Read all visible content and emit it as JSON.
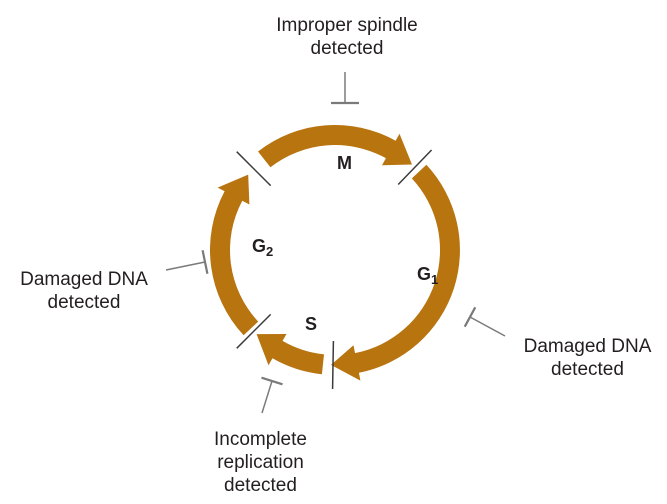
{
  "colors": {
    "arrow": "#b8740f",
    "inhibitor": "#7a7a7a",
    "text": "#231f20"
  },
  "phases": {
    "m": {
      "label": "M",
      "sub": ""
    },
    "g1": {
      "label": "G",
      "sub": "1"
    },
    "s": {
      "label": "S",
      "sub": ""
    },
    "g2": {
      "label": "G",
      "sub": "2"
    }
  },
  "checkpoints": {
    "top": {
      "line1": "Improper spindle",
      "line2": "detected",
      "line3": ""
    },
    "left": {
      "line1": "Damaged DNA",
      "line2": "detected",
      "line3": ""
    },
    "right": {
      "line1": "Damaged DNA",
      "line2": "detected",
      "line3": ""
    },
    "bottom": {
      "line1": "Incomplete",
      "line2": "replication",
      "line3": "detected"
    }
  }
}
